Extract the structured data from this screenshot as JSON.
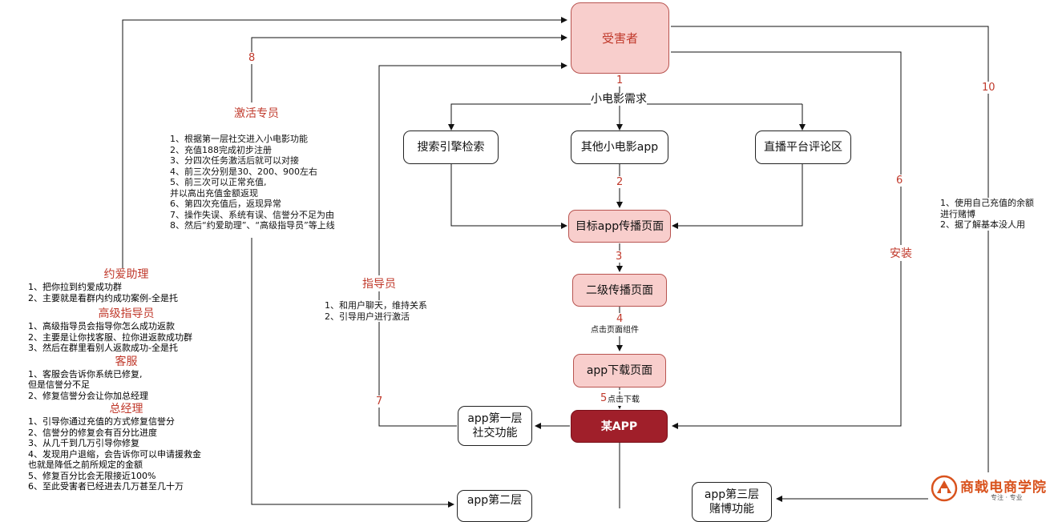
{
  "nodes": {
    "victim": "受害者",
    "search": "搜索引擎检索",
    "other_app": "其他小电影app",
    "live": "直播平台评论区",
    "target_page": "目标app传播页面",
    "secondary_page": "二级传播页面",
    "download_page": "app下载页面",
    "some_app": "某APP",
    "layer1": [
      "app第一层",
      "社交功能"
    ],
    "layer2": "app第二层",
    "layer3": [
      "app第三层",
      "赌博功能"
    ]
  },
  "edge_labels": {
    "n1": "1",
    "demand": "小电影需求",
    "n2": "2",
    "n3": "3",
    "n4": "4",
    "click_component": "点击页面组件",
    "n5": "5",
    "click_download": "点击下载",
    "n6": "6",
    "install": "安装",
    "n7": "7",
    "n8": "8",
    "n10": "10"
  },
  "activation": {
    "title": "激活专员",
    "lines": [
      "1、根据第一层社交进入小电影功能",
      "2、充值188完成初步注册",
      "3、分四次任务激活后就可以对接",
      "4、前三次分别是30、200、900左右",
      "5、前三次可以正常充值,",
      "并以高出充值金额返现",
      "6、第四次充值后，返现异常",
      "7、操作失误、系统有误、信誉分不足为由",
      "8、然后“约爱助理”、“高级指导员”等上线"
    ]
  },
  "guide": {
    "title": "指导员",
    "lines": [
      "1、和用户聊天，维持关系",
      "2、引导用户进行激活"
    ]
  },
  "gamble_note": {
    "lines": [
      "1、使用自己充值的余额",
      "进行赌博",
      "2、据了解基本没人用"
    ]
  },
  "roles": [
    {
      "title": "约爱助理",
      "lines": [
        "1、把你拉到约爱成功群",
        "2、主要就是看群内约成功案例-全是托"
      ]
    },
    {
      "title": "高级指导员",
      "lines": [
        "1、高级指导员会指导你怎么成功返款",
        "2、主要是让你找客服、拉你进返款成功群",
        "3、然后在群里看别人返款成功-全是托"
      ]
    },
    {
      "title": "客服",
      "lines": [
        "1、客服会告诉你系统已修复,",
        "但是信誉分不足",
        "2、修复信誉分会让你加总经理"
      ]
    },
    {
      "title": "总经理",
      "lines": [
        "1、引导你通过充值的方式修复信誉分",
        "2、信誉分的修复会有百分比进度",
        "3、从几千到几万引导你修复",
        "4、发现用户退缩，会告诉你可以申请援救金",
        "也就是降低之前所规定的金额",
        "5、修复百分比会无限接近100%",
        "6、至此受害者已经进去几万甚至几十万"
      ]
    }
  ],
  "logo": {
    "name": "商戟电商学院",
    "tagline": "专注 · 专业"
  }
}
